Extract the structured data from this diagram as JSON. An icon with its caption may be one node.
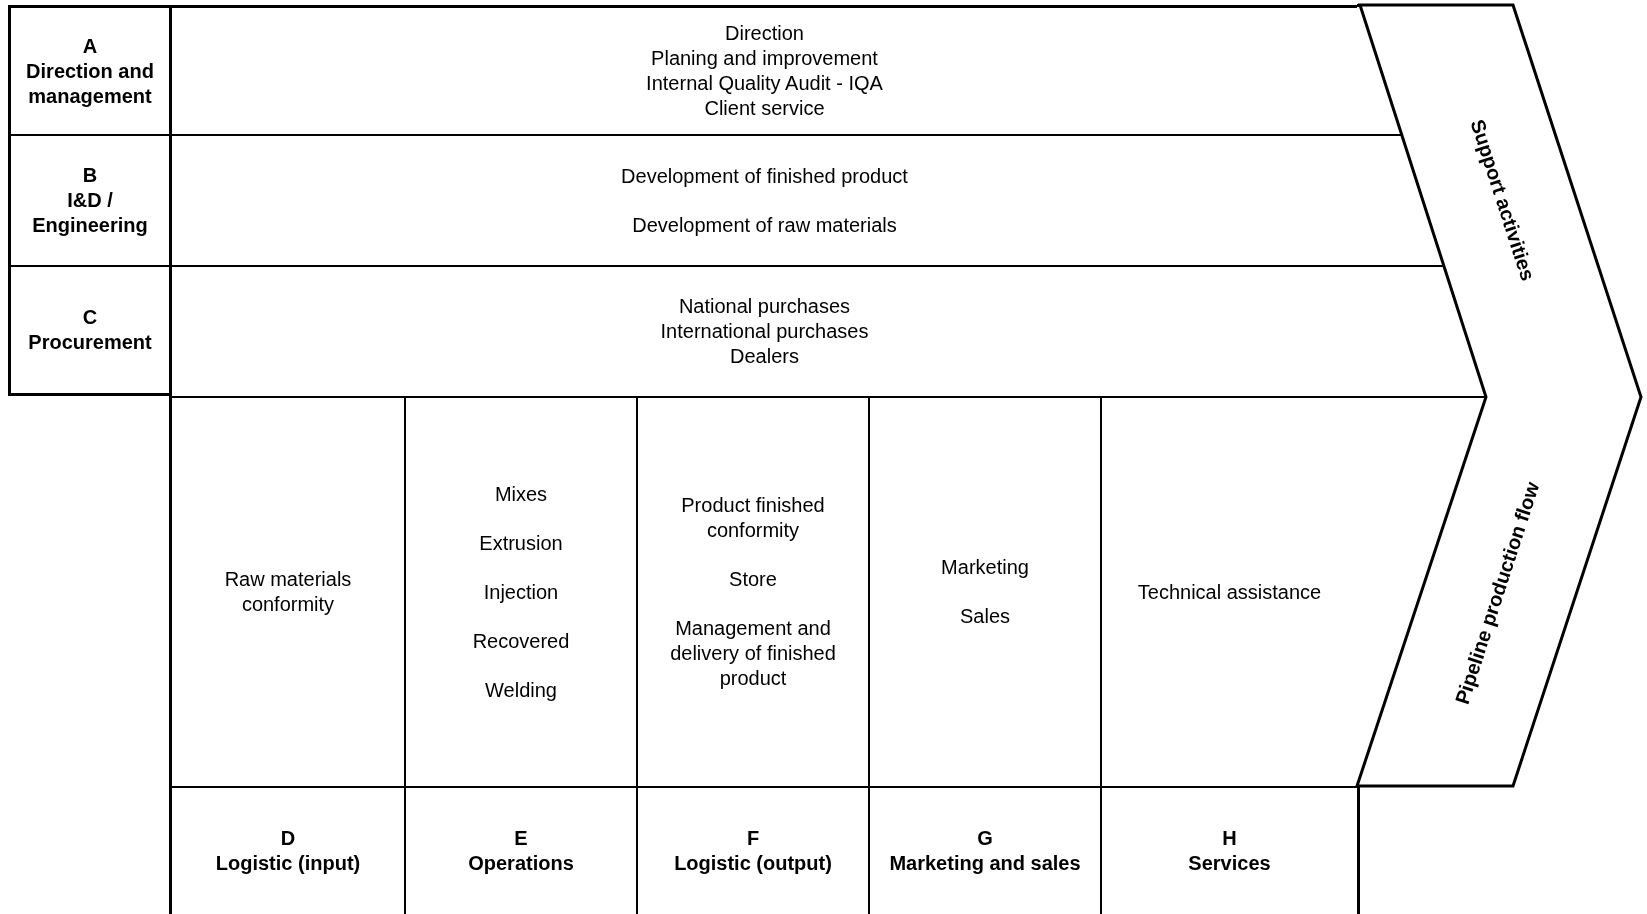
{
  "diagram": {
    "nodes": [
      {
        "text": [
          "A",
          "Direction and management"
        ]
      },
      {
        "text": [
          "Direction",
          "Planing and improvement",
          "Internal Quality Audit - IQA",
          "Client service"
        ]
      },
      {
        "text": [
          "B",
          "I&D / Engineering"
        ]
      },
      {
        "text": [
          "Development of finished product",
          "Development of raw materials"
        ]
      },
      {
        "text": [
          "C",
          "Procurement"
        ]
      },
      {
        "text": [
          "National purchases",
          "International purchases",
          "Dealers"
        ]
      },
      {
        "text": [
          "Raw materials conformity"
        ]
      },
      {
        "text": [
          "Mixes",
          "Extrusion",
          "Injection",
          "Recovered",
          "Welding"
        ]
      },
      {
        "text": [
          "Product finished conformity",
          "Store",
          "Management and delivery of finished product"
        ]
      },
      {
        "text": [
          "Marketing",
          "Sales"
        ]
      },
      {
        "text": [
          "Technical assistance"
        ]
      },
      {
        "text": [
          "D",
          "Logistic (input)"
        ]
      },
      {
        "text": [
          "E",
          "Operations"
        ]
      },
      {
        "text": [
          "F",
          "Logistic (output)"
        ]
      },
      {
        "text": [
          "G",
          "Marketing and sales"
        ]
      },
      {
        "text": [
          "H",
          "Services"
        ]
      },
      {
        "text": [
          "Support activities",
          "Pipeline production flow"
        ]
      }
    ]
  }
}
